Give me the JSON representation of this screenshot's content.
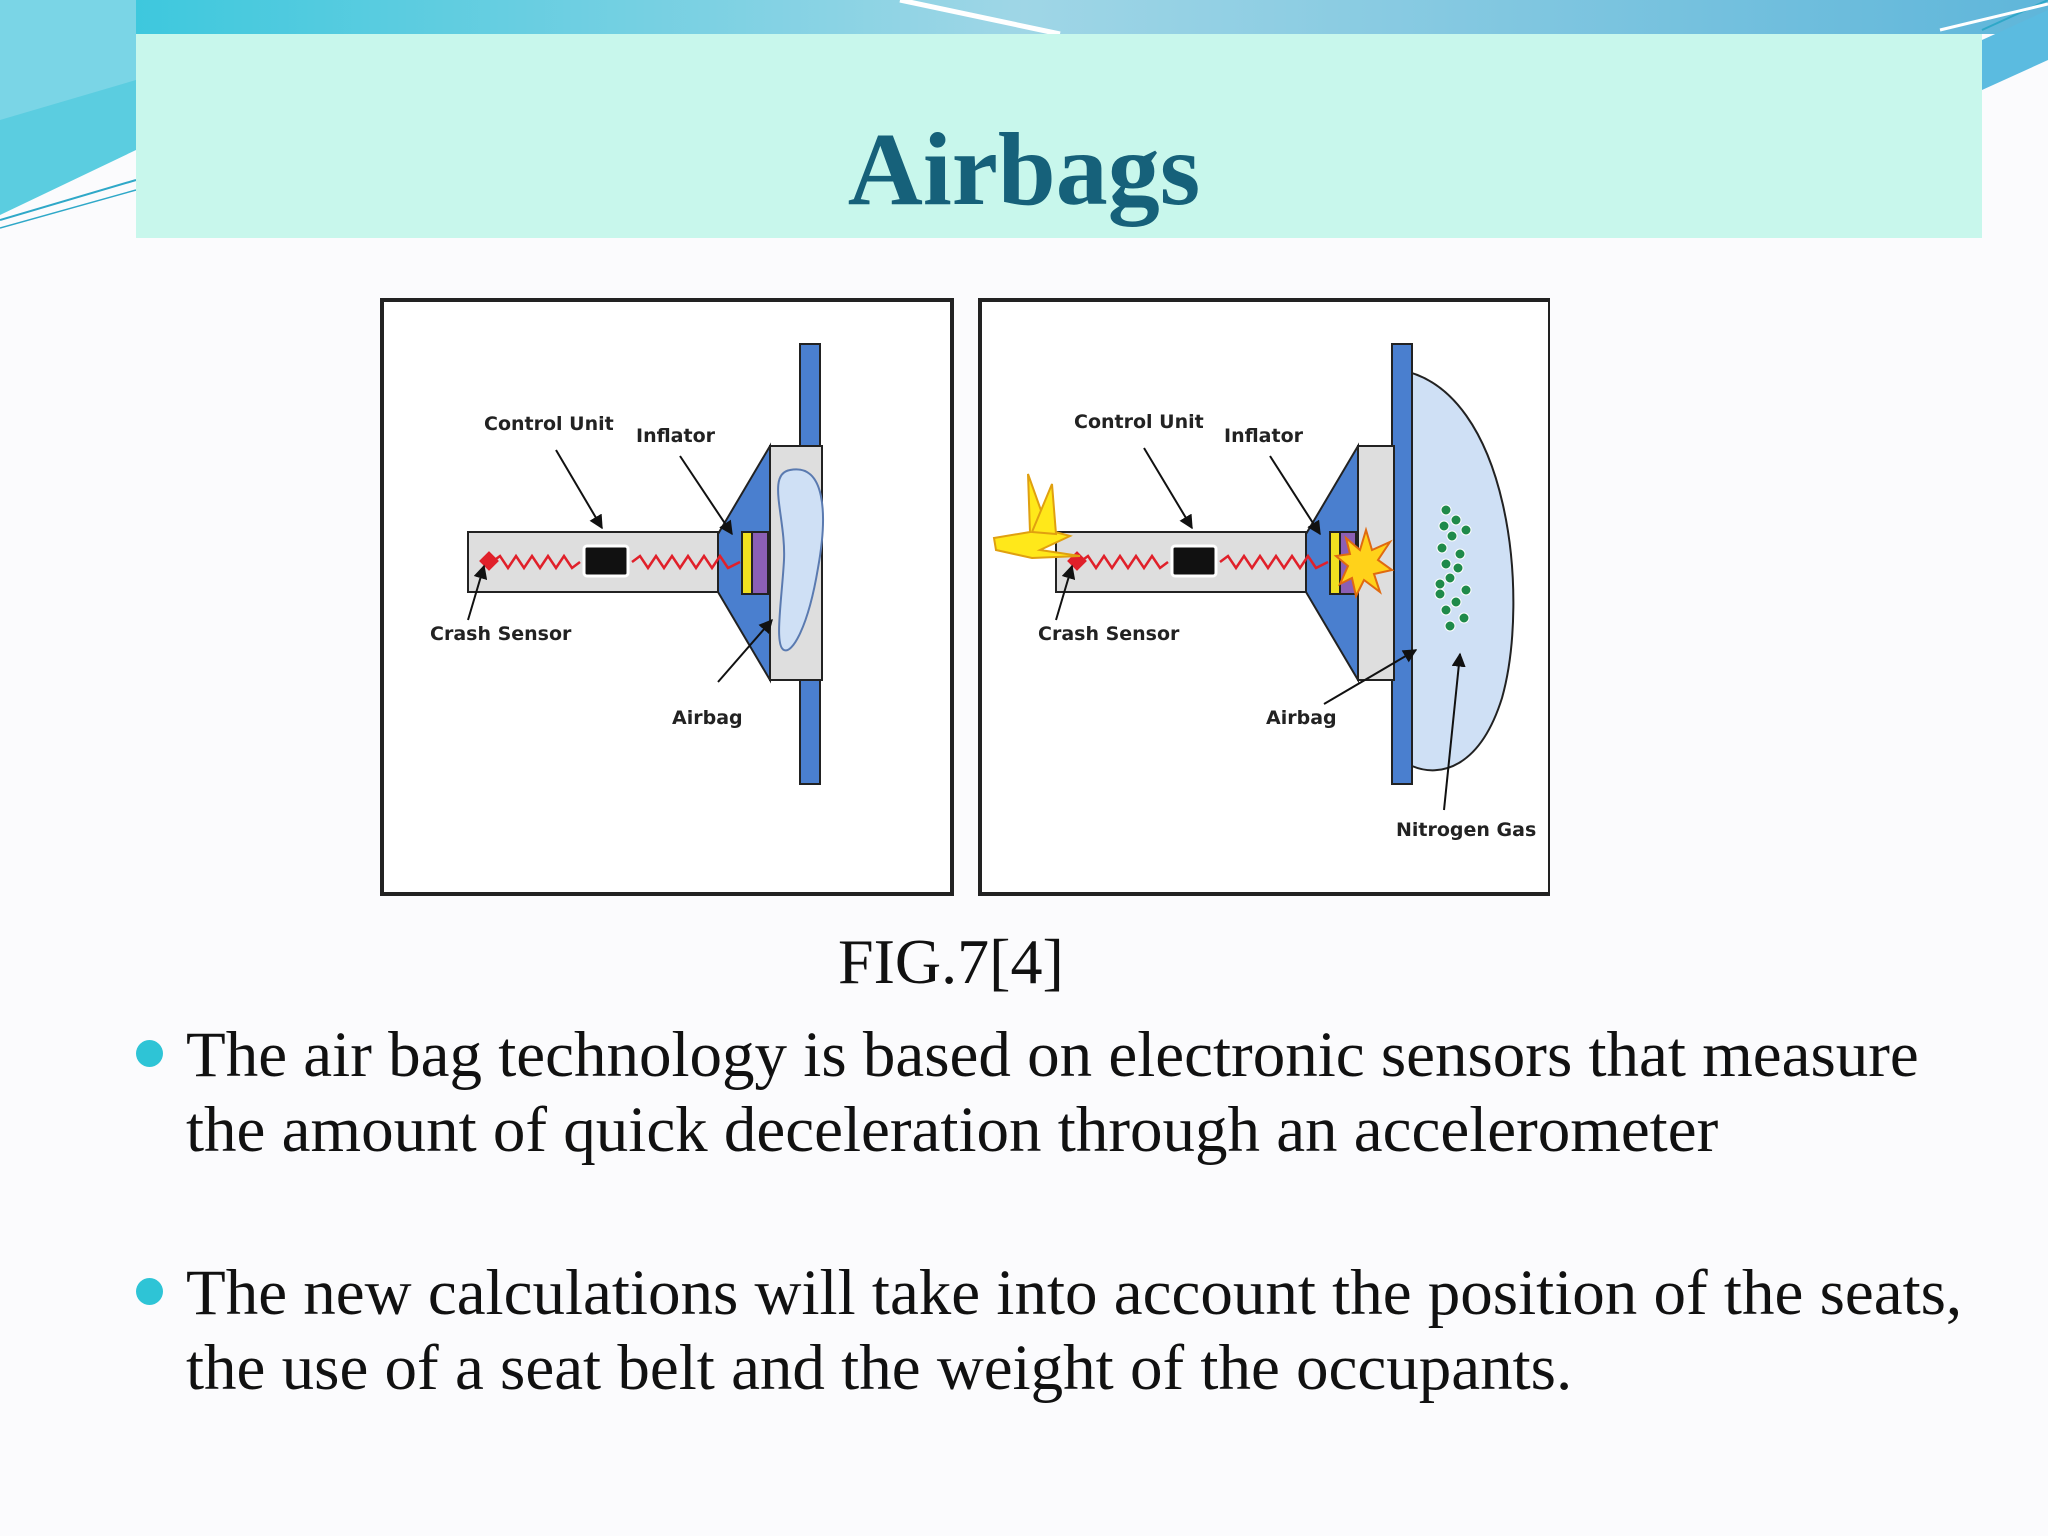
{
  "slide": {
    "title": "Airbags",
    "caption": "FIG.7[4]",
    "bullets": [
      "The air bag technology is based on electronic sensors that measure the amount of quick deceleration through an accelerometer",
      "The new calculations will take into account the position of the seats, the use of a seat belt and the weight of the occupants."
    ]
  },
  "diagram": {
    "left_panel": {
      "labels": {
        "control_unit": "Control Unit",
        "inflator": "Inflator",
        "crash_sensor": "Crash Sensor",
        "airbag": "Airbag"
      }
    },
    "right_panel": {
      "labels": {
        "control_unit": "Control Unit",
        "inflator": "Inflator",
        "crash_sensor": "Crash Sensor",
        "airbag": "Airbag",
        "nitrogen_gas": "Nitrogen Gas"
      }
    }
  },
  "colors": {
    "title_text": "#16617a",
    "title_band": "#c8f7ec",
    "bullet_dot": "#2ec4d6",
    "dashboard_blue": "#4a7fcf",
    "airbag_fill": "#cfe0f5",
    "wire_red": "#e0202a",
    "gas_green": "#1f8a4a"
  }
}
